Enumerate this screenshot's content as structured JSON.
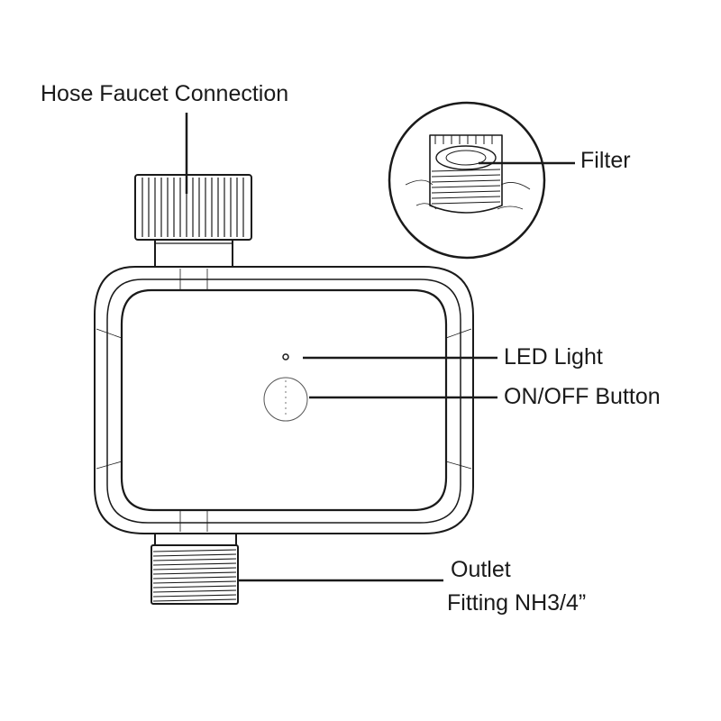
{
  "labels": {
    "hose_faucet": "Hose Faucet Connection",
    "filter": "Filter",
    "led_light": "LED Light",
    "on_off_button": "ON/OFF Button",
    "outlet_line1": "Outlet",
    "outlet_line2": "Fitting NH3/4”"
  },
  "colors": {
    "line": "#1a1a1a",
    "background": "#ffffff"
  }
}
